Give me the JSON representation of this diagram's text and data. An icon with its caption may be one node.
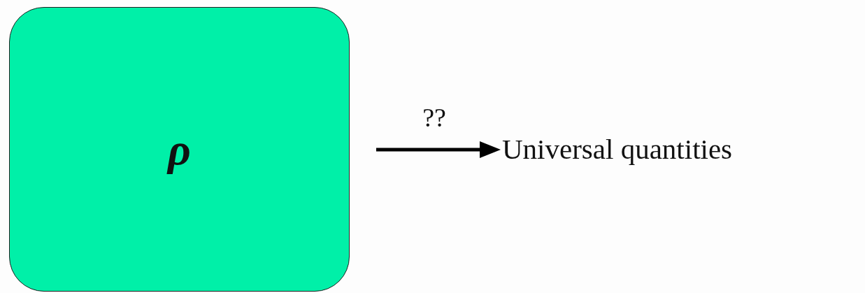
{
  "diagram": {
    "nodes": [
      {
        "text": [
          "ρ"
        ]
      },
      {
        "text": [
          "Universal quantities"
        ]
      }
    ],
    "edges": [
      {
        "from": 0,
        "to": 1,
        "arrow": "to",
        "label": "??"
      }
    ]
  }
}
